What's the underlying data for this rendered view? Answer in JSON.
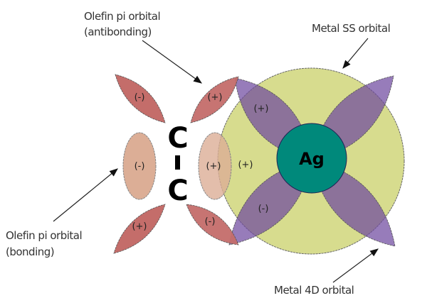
{
  "labels": {
    "antibonding_line1": "Olefin pi orbital",
    "antibonding_line2": "(antibonding)",
    "metal_s": "Metal SS orbital",
    "bonding_line1": "Olefin pi orbital",
    "bonding_line2": "(bonding)",
    "metal_d": "Metal 4D orbital"
  },
  "atoms": {
    "carbon_top": "C",
    "carbon_bottom": "C",
    "metal": "Ag"
  },
  "signs": {
    "pi_star_top_left": "(-)",
    "pi_star_top_right": "(+)",
    "pi_star_bottom_left": "(+)",
    "pi_star_bottom_right": "(-)",
    "pi_left": "(-)",
    "pi_right": "(+)",
    "metal_s": "(+)",
    "d_top_left": "(+)",
    "d_bottom_left": "(-)"
  },
  "colors": {
    "pi_star": "#c46d6a",
    "pi": "#dcae96",
    "metal_s": "#d7dc8e",
    "metal_d": "#6f4aa0",
    "metal_atom": "#00897b"
  }
}
